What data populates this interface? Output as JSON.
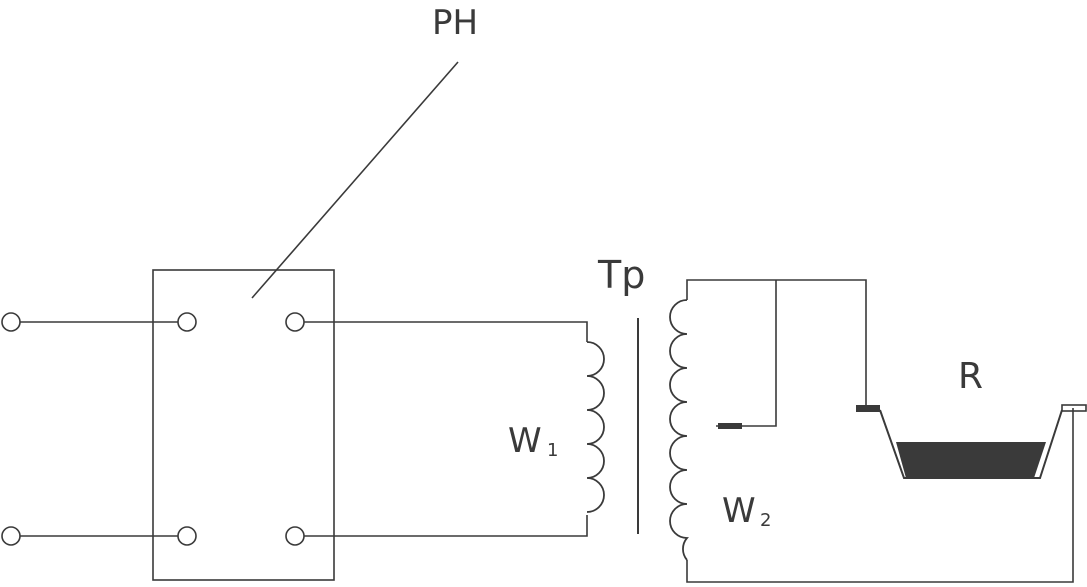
{
  "labels": {
    "regulator": "PH",
    "transformer": "Tp",
    "primary_winding": "W",
    "primary_winding_index": "1",
    "secondary_winding": "W",
    "secondary_winding_index": "2",
    "bath": "R"
  }
}
